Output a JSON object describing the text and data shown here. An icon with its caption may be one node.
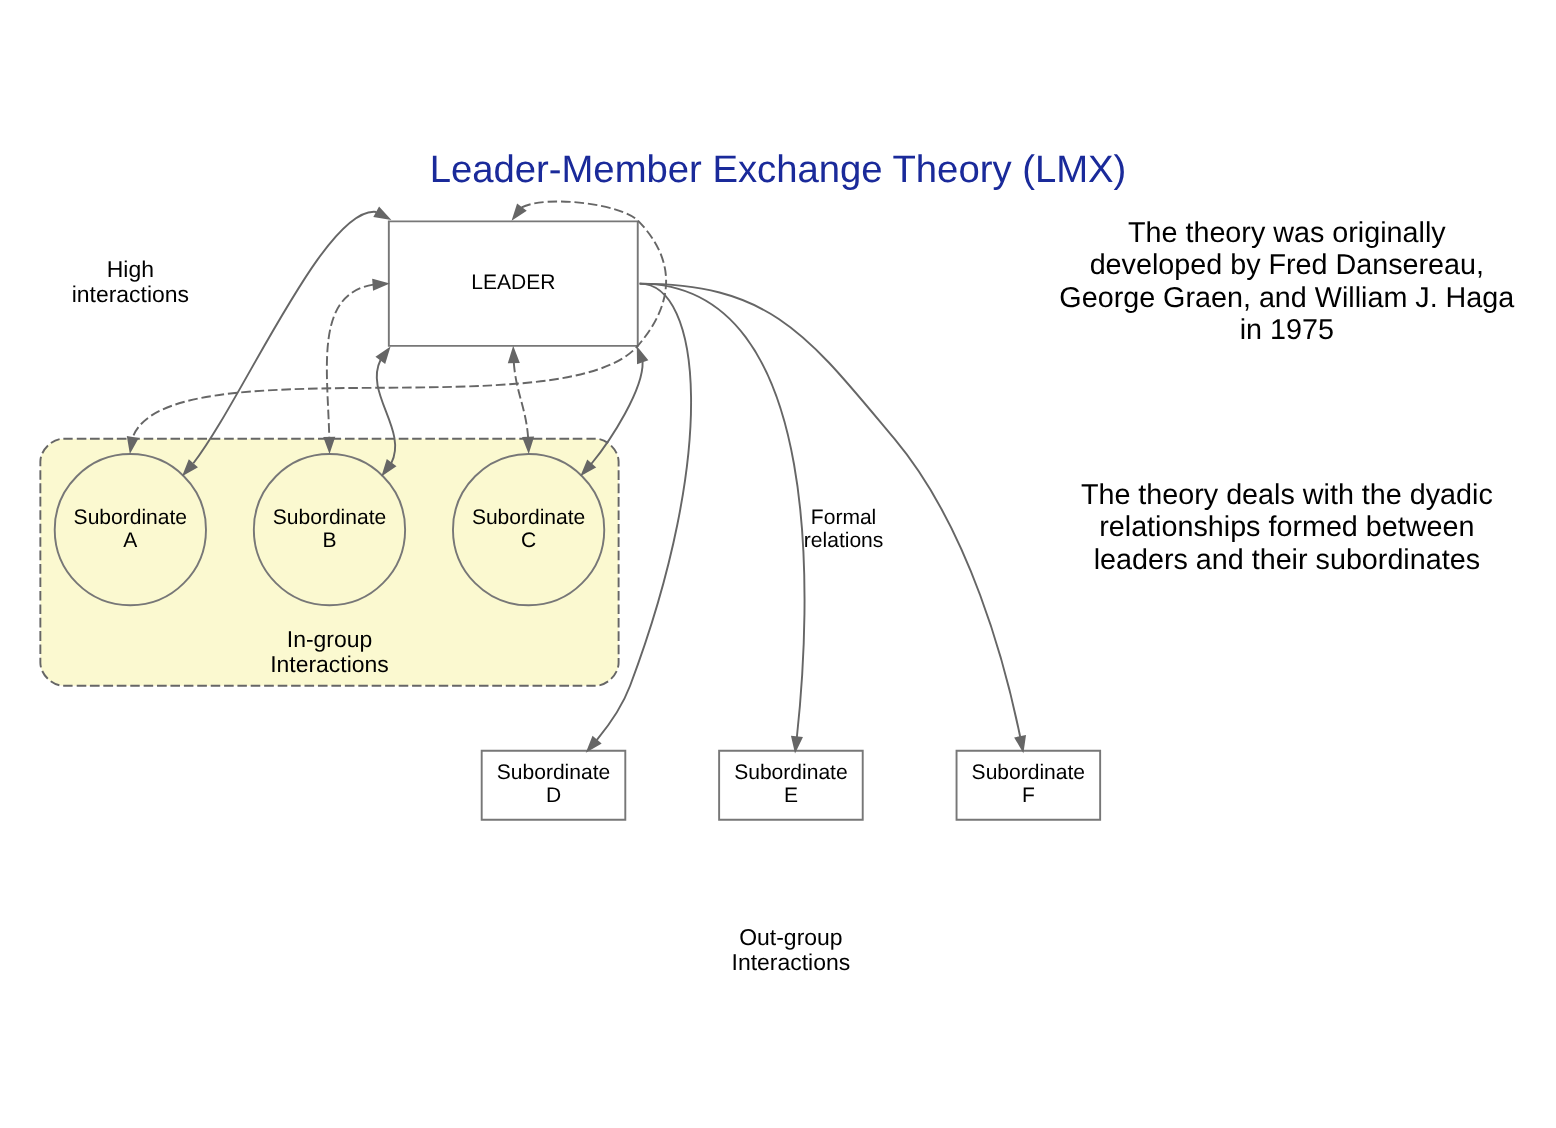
{
  "diagram": {
    "title": "Leader-Member Exchange Theory (LMX)",
    "nodes": [
      {
        "text": [
          "In-group Interactions"
        ]
      },
      {
        "text": [
          "LEADER"
        ]
      },
      {
        "text": [
          "Subordinate A"
        ],
        "in": 0
      },
      {
        "text": [
          "Subordinate B"
        ],
        "in": 0
      },
      {
        "text": [
          "Subordinate C"
        ],
        "in": 0
      },
      {
        "text": [
          "Subordinate D"
        ]
      },
      {
        "text": [
          "Subordinate E"
        ]
      },
      {
        "text": [
          "Subordinate F"
        ]
      }
    ],
    "edges": [
      {
        "from": 1,
        "to": 2,
        "arrow": "both",
        "style": "dashed"
      },
      {
        "from": 1,
        "to": 2,
        "arrow": "both"
      },
      {
        "from": 1,
        "to": 3,
        "arrow": "both",
        "style": "dashed"
      },
      {
        "from": 1,
        "to": 3,
        "arrow": "both"
      },
      {
        "from": 1,
        "to": 4,
        "arrow": "both",
        "style": "dashed"
      },
      {
        "from": 1,
        "to": 4,
        "arrow": "both"
      },
      {
        "from": 1,
        "to": 5,
        "arrow": "to"
      },
      {
        "from": 1,
        "to": 6,
        "arrow": "to",
        "label": "Formal relations"
      },
      {
        "from": 1,
        "to": 7,
        "arrow": "to"
      }
    ],
    "labels": [
      "High interactions",
      "Out-group Interactions",
      "The theory was originally developed by Fred Dansereau, George Graen, and William J. Haga in 1975",
      "The theory deals with the dyadic relationships formed between leaders and their subordinates"
    ]
  }
}
